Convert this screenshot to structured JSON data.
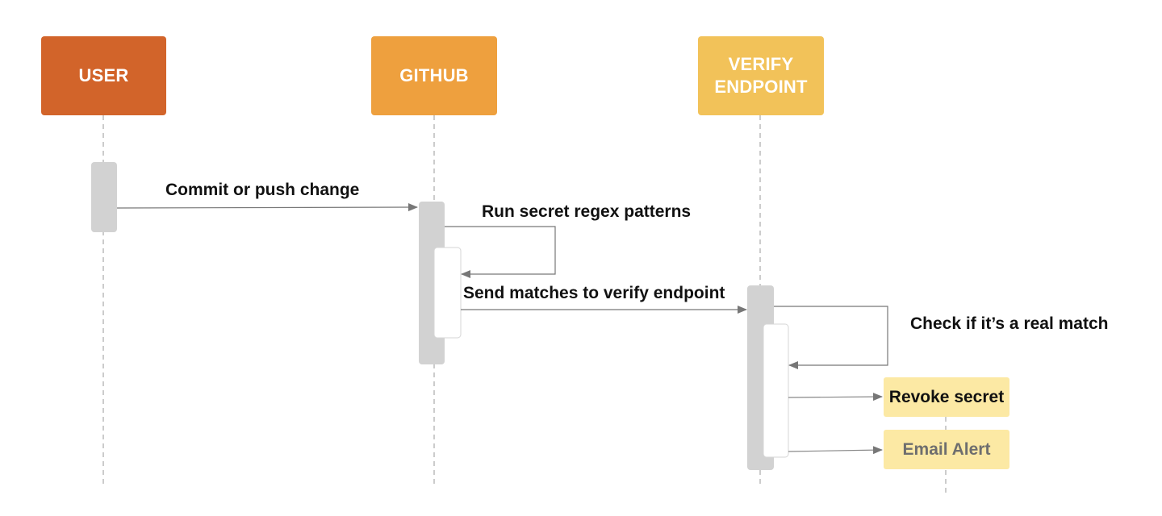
{
  "actors": [
    {
      "id": "user",
      "label": "USER",
      "color": "#D2642A"
    },
    {
      "id": "github",
      "label": "GITHUB",
      "color": "#EEA03E"
    },
    {
      "id": "verify",
      "label": "VERIFY\nENDPOINT",
      "color": "#F2C259"
    }
  ],
  "messages": {
    "commit": "Commit or push change",
    "run_regex": "Run secret regex patterns",
    "send_matches": "Send matches to verify endpoint",
    "check_match": "Check if it’s a real match"
  },
  "outcomes": {
    "revoke": "Revoke secret",
    "email": "Email Alert"
  },
  "colors": {
    "lifeline": "#BBBBBB",
    "activation": "#D2D2D2",
    "arrow": "#777777",
    "note_fill": "#FCE9A4",
    "email_text": "#6E6E6E"
  }
}
